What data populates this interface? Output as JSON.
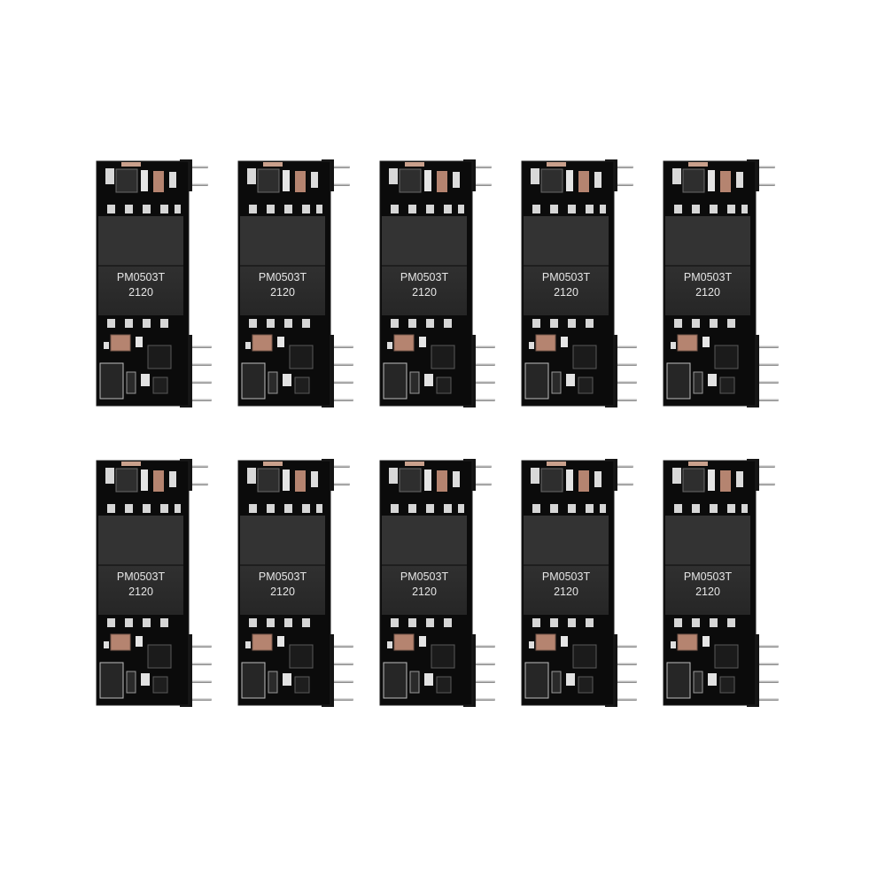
{
  "product_photo": {
    "module_count": 10,
    "modules": [
      {
        "part_number": "PM0503T",
        "date_code": "2120"
      },
      {
        "part_number": "PM0503T",
        "date_code": "2120"
      },
      {
        "part_number": "PM0503T",
        "date_code": "2120"
      },
      {
        "part_number": "PM0503T",
        "date_code": "2120"
      },
      {
        "part_number": "PM0503T",
        "date_code": "2120"
      },
      {
        "part_number": "PM0503T",
        "date_code": "2120"
      },
      {
        "part_number": "PM0503T",
        "date_code": "2120"
      },
      {
        "part_number": "PM0503T",
        "date_code": "2120"
      },
      {
        "part_number": "PM0503T",
        "date_code": "2120"
      },
      {
        "part_number": "PM0503T",
        "date_code": "2120"
      }
    ],
    "colors": {
      "background": "#ffffff",
      "pcb": "#0b0b0b",
      "transformer": "#2d2d2d",
      "capacitor": "#b58470",
      "pin": "#c9c9c9"
    }
  }
}
